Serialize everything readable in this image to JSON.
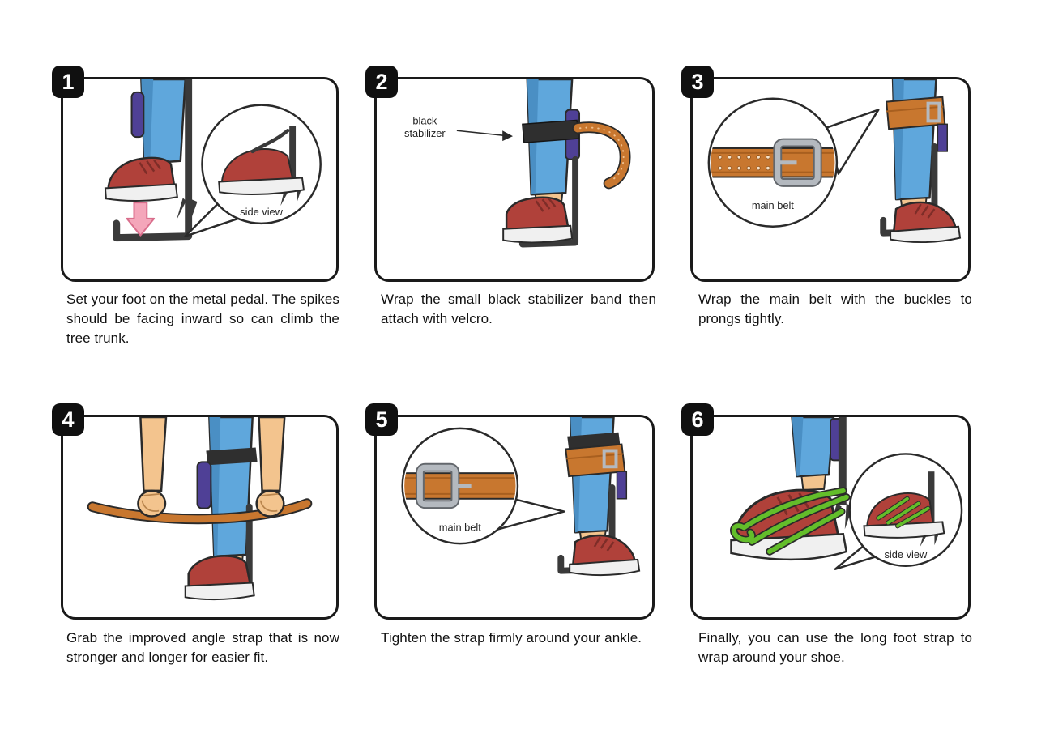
{
  "steps": [
    {
      "number": "1",
      "caption": "Set your foot on the metal pedal. The spikes should be facing inward so can climb the tree trunk.",
      "inset_label": "side view"
    },
    {
      "number": "2",
      "caption": "Wrap the small black stabilizer band then attach with velcro.",
      "callout_line1": "black",
      "callout_line2": "stabilizer"
    },
    {
      "number": "3",
      "caption": "Wrap the main belt with the buckles to prongs tightly.",
      "inset_label": "main belt"
    },
    {
      "number": "4",
      "caption": "Grab the improved angle strap that is now stronger and longer for easier fit."
    },
    {
      "number": "5",
      "caption": "Tighten the strap firmly around your ankle.",
      "inset_label": "main belt"
    },
    {
      "number": "6",
      "caption": "Finally, you can use the long foot strap to wrap around your shoe.",
      "inset_label": "side view"
    }
  ],
  "colors": {
    "panel_border": "#1a1a1a",
    "badge_bg": "#101010",
    "badge_text": "#ffffff",
    "pants_blue": "#5fa7dc",
    "shoe_red": "#b0413a",
    "sole_white": "#f0f0f0",
    "skin": "#f3c48e",
    "strap_orange": "#c8772f",
    "strap_green": "#63bd2a",
    "stabilizer_purple": "#4f4096",
    "stabilizer_black": "#2f2f2f",
    "metal_gray": "#b4b9bf",
    "arrow_pink": "#f4a6ba",
    "spike_dark": "#3a3a3a"
  }
}
